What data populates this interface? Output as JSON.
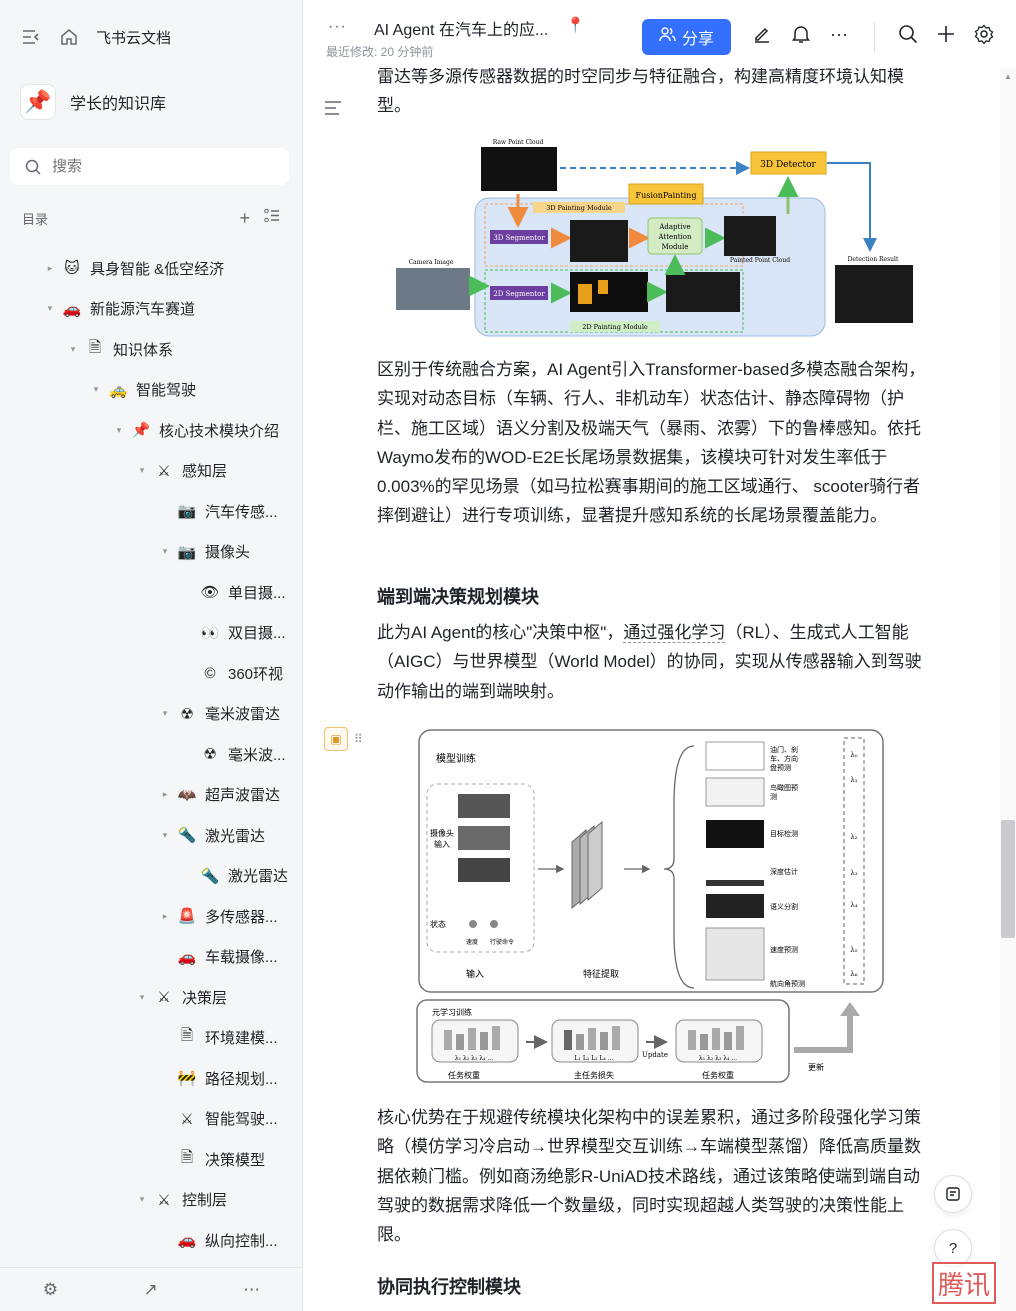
{
  "sidebar": {
    "home_label": "飞书云文档",
    "kb_name": "学长的知识库",
    "search_placeholder": "搜索",
    "toc_label": "目录",
    "tree": [
      {
        "label": "具身智能 &低空经济",
        "icon": "🐱",
        "depth": 0,
        "caret": "▸"
      },
      {
        "label": "新能源汽车赛道",
        "icon": "🚗",
        "depth": 0,
        "caret": "▾"
      },
      {
        "label": "知识体系",
        "icon": "🗎",
        "depth": 1,
        "caret": "▾"
      },
      {
        "label": "智能驾驶",
        "icon": "🚕",
        "depth": 2,
        "caret": "▾"
      },
      {
        "label": "核心技术模块介绍",
        "icon": "📌",
        "depth": 3,
        "caret": "▾"
      },
      {
        "label": "感知层",
        "icon": "⚔",
        "depth": 4,
        "caret": "▾"
      },
      {
        "label": "汽车传感...",
        "icon": "📷",
        "depth": 5,
        "caret": ""
      },
      {
        "label": "摄像头",
        "icon": "📷",
        "depth": 5,
        "caret": "▾"
      },
      {
        "label": "单目摄...",
        "icon": "👁",
        "depth": 6,
        "caret": ""
      },
      {
        "label": "双目摄...",
        "icon": "👀",
        "depth": 6,
        "caret": ""
      },
      {
        "label": "360环视",
        "icon": "©",
        "depth": 6,
        "caret": ""
      },
      {
        "label": "毫米波雷达",
        "icon": "☢",
        "depth": 5,
        "caret": "▾"
      },
      {
        "label": "毫米波...",
        "icon": "☢",
        "depth": 6,
        "caret": ""
      },
      {
        "label": "超声波雷达",
        "icon": "🦇",
        "depth": 5,
        "caret": "▸"
      },
      {
        "label": "激光雷达",
        "icon": "🔦",
        "depth": 5,
        "caret": "▾"
      },
      {
        "label": "激光雷达",
        "icon": "🔦",
        "depth": 6,
        "caret": ""
      },
      {
        "label": "多传感器...",
        "icon": "🚨",
        "depth": 5,
        "caret": "▸"
      },
      {
        "label": "车载摄像...",
        "icon": "🚗",
        "depth": 5,
        "caret": ""
      },
      {
        "label": "决策层",
        "icon": "⚔",
        "depth": 4,
        "caret": "▾"
      },
      {
        "label": "环境建模...",
        "icon": "🗎",
        "depth": 5,
        "caret": ""
      },
      {
        "label": "路径规划...",
        "icon": "🚧",
        "depth": 5,
        "caret": ""
      },
      {
        "label": "智能驾驶...",
        "icon": "⚔",
        "depth": 5,
        "caret": ""
      },
      {
        "label": "决策模型",
        "icon": "🗎",
        "depth": 5,
        "caret": ""
      },
      {
        "label": "控制层",
        "icon": "⚔",
        "depth": 4,
        "caret": "▾"
      },
      {
        "label": "纵向控制...",
        "icon": "🚗",
        "depth": 5,
        "caret": ""
      }
    ]
  },
  "topbar": {
    "title": "AI Agent 在汽车上的应...",
    "last_modified": "最近修改: 20 分钟前",
    "share_label": "分享"
  },
  "content": {
    "para0_tail": "雷达等多源传感器数据的时空同步与特征融合，构建高精度环境认知模型。",
    "fig1": {
      "raw_point_cloud": "Raw Point Cloud",
      "detector": "3D Detector",
      "fusion_painting": "FusionPainting",
      "painting_3d": "3D Painting Module",
      "segmentor_3d": "3D Segmentor",
      "adaptive": [
        "Adaptive",
        "Attention",
        "Module"
      ],
      "painted": "Painted Point Cloud",
      "detection": "Detection Result",
      "camera": "Camera Image",
      "segmentor_2d": "2D Segmentor",
      "painting_2d": "2D Painting Module"
    },
    "para1": "区别于传统融合方案，AI Agent引入Transformer-based多模态融合架构，实现对动态目标（车辆、行人、非机动车）状态估计、静态障碍物（护栏、施工区域）语义分割及极端天气（暴雨、浓雾）下的鲁棒感知。依托Waymo发布的WOD-E2E长尾场景数据集，该模块可针对发生率低于0.003%的罕见场景（如马拉松赛事期间的施工区域通行、 scooter骑行者摔倒避让）进行专项训练，显著提升感知系统的长尾场景覆盖能力。",
    "h_e2e": "端到端决策规划模块",
    "para2_a": "此为AI Agent的核心\"决策中枢\"，",
    "para2_link": "通过强化学习",
    "para2_b": "（RL）、生成式人工智能（AIGC）与世界模型（World Model）的协同，实现从传感器输入到驾驶动作输出的端到端映射。",
    "fig2": {
      "train": "模型训练",
      "cam_input": [
        "摄像头",
        "输入"
      ],
      "state": "状态",
      "speed": "速度",
      "cmd": "行驶命令",
      "input": "输入",
      "feat": "特征提取",
      "out1": [
        "油门、刹",
        "车、方向",
        "盘预测"
      ],
      "out2": [
        "鸟瞰图预",
        "测"
      ],
      "out3": "目标检测",
      "out4": "深度估计",
      "out5": "语义分割",
      "out6": "速度预测",
      "out7": "航向角预测",
      "meta": "元学习训练",
      "task_w": "任务权重",
      "main_loss": "主任务损失",
      "update": "Update",
      "renew": "更新",
      "lambdas": [
        "λ₀",
        "λ₁",
        "λ₂",
        "λ₃",
        "λ₄",
        "λ₅",
        "λ₆"
      ],
      "bar_labels_a": "λ₁ λ₂ λ₃ λ₄ ...",
      "bar_labels_b": "L₁ L₂ L₃ L₄ ..."
    },
    "para3": "核心优势在于规避传统模块化架构中的误差累积，通过多阶段强化学习策略（模仿学习冷启动→世界模型交互训练→车端模型蒸馏）降低高质量数据依赖门槛。例如商汤绝影R-UniAD技术路线，通过该策略使端到端自动驾驶的数据需求降低一个数量级，同时实现超越人类驾驶的决策性能上限。",
    "h_ctrl": "协同执行控制模块"
  },
  "watermark": "腾讯"
}
